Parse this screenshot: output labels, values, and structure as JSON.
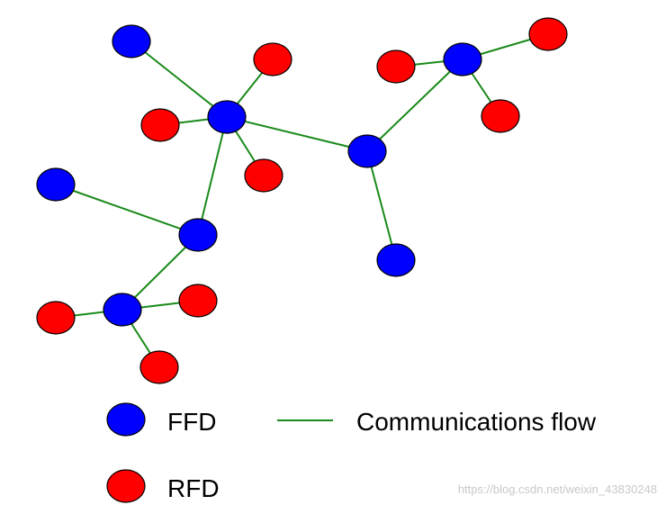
{
  "colors": {
    "ffd": "#0000ff",
    "rfd": "#ff0000",
    "edge": "#1a8a1a"
  },
  "legend": {
    "ffd_label": "FFD",
    "rfd_label": "RFD",
    "flow_label": "Communications flow"
  },
  "watermark": "https://blog.csdn.net/weixin_43830248",
  "nodes": [
    {
      "id": "hub-top",
      "type": "FFD"
    },
    {
      "id": "hub-center",
      "type": "FFD"
    },
    {
      "id": "hub-right",
      "type": "FFD"
    },
    {
      "id": "hub-left",
      "type": "FFD"
    },
    {
      "id": "hub-bottom",
      "type": "FFD"
    },
    {
      "id": "ffd-top-left",
      "type": "FFD"
    },
    {
      "id": "ffd-mid-left",
      "type": "FFD"
    },
    {
      "id": "ffd-right-lower",
      "type": "FFD"
    },
    {
      "id": "rfd-top-1",
      "type": "RFD"
    },
    {
      "id": "rfd-top-2",
      "type": "RFD"
    },
    {
      "id": "rfd-top-3",
      "type": "RFD"
    },
    {
      "id": "rfd-right-1",
      "type": "RFD"
    },
    {
      "id": "rfd-right-2",
      "type": "RFD"
    },
    {
      "id": "rfd-right-3",
      "type": "RFD"
    },
    {
      "id": "rfd-bottom-1",
      "type": "RFD"
    },
    {
      "id": "rfd-bottom-2",
      "type": "RFD"
    },
    {
      "id": "rfd-bottom-3",
      "type": "RFD"
    }
  ],
  "edges": [
    [
      "hub-top",
      "ffd-top-left"
    ],
    [
      "hub-top",
      "rfd-top-1"
    ],
    [
      "hub-top",
      "rfd-top-2"
    ],
    [
      "hub-top",
      "rfd-top-3"
    ],
    [
      "hub-top",
      "hub-center"
    ],
    [
      "hub-top",
      "hub-left"
    ],
    [
      "hub-center",
      "hub-right"
    ],
    [
      "hub-center",
      "ffd-right-lower"
    ],
    [
      "hub-right",
      "rfd-right-1"
    ],
    [
      "hub-right",
      "rfd-right-2"
    ],
    [
      "hub-right",
      "rfd-right-3"
    ],
    [
      "hub-left",
      "ffd-mid-left"
    ],
    [
      "hub-left",
      "hub-bottom"
    ],
    [
      "hub-bottom",
      "rfd-bottom-1"
    ],
    [
      "hub-bottom",
      "rfd-bottom-2"
    ],
    [
      "hub-bottom",
      "rfd-bottom-3"
    ]
  ]
}
